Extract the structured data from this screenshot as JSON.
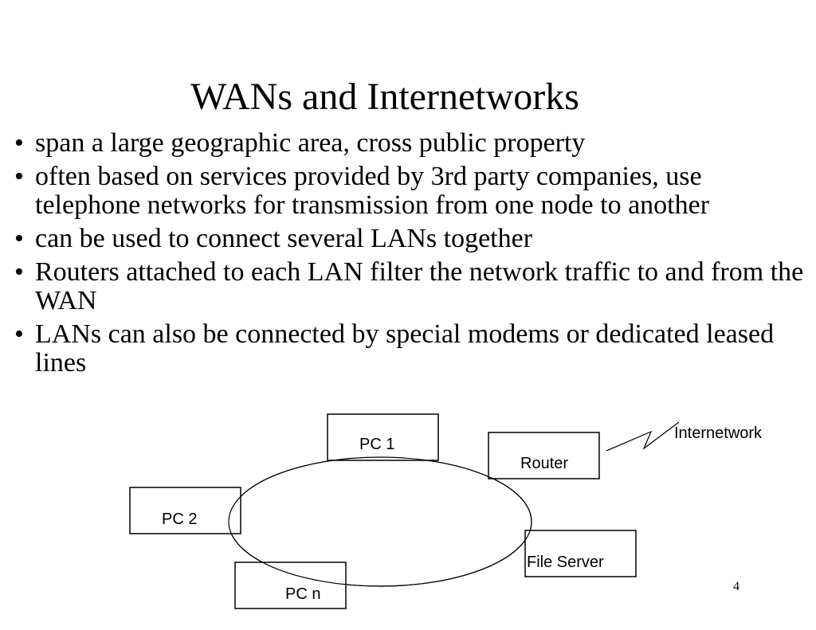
{
  "slide": {
    "title": "WANs and Internetworks",
    "bullets": [
      "span a large geographic area, cross public property",
      "often based on services provided by 3rd party companies, use telephone networks for transmission from one node to another",
      "can be used to connect several LANs together",
      "Routers attached to each LAN filter the network traffic to and from the WAN",
      "LANs can also be connected by special modems or dedicated leased lines"
    ],
    "bullet_marker": "•",
    "page_number": "4"
  },
  "diagram": {
    "nodes": {
      "pc1": "PC 1",
      "router": "Router",
      "pc2": "PC 2",
      "file_server": "File Server",
      "pcn": "PC n"
    },
    "internetwork_label": "Internetwork"
  }
}
